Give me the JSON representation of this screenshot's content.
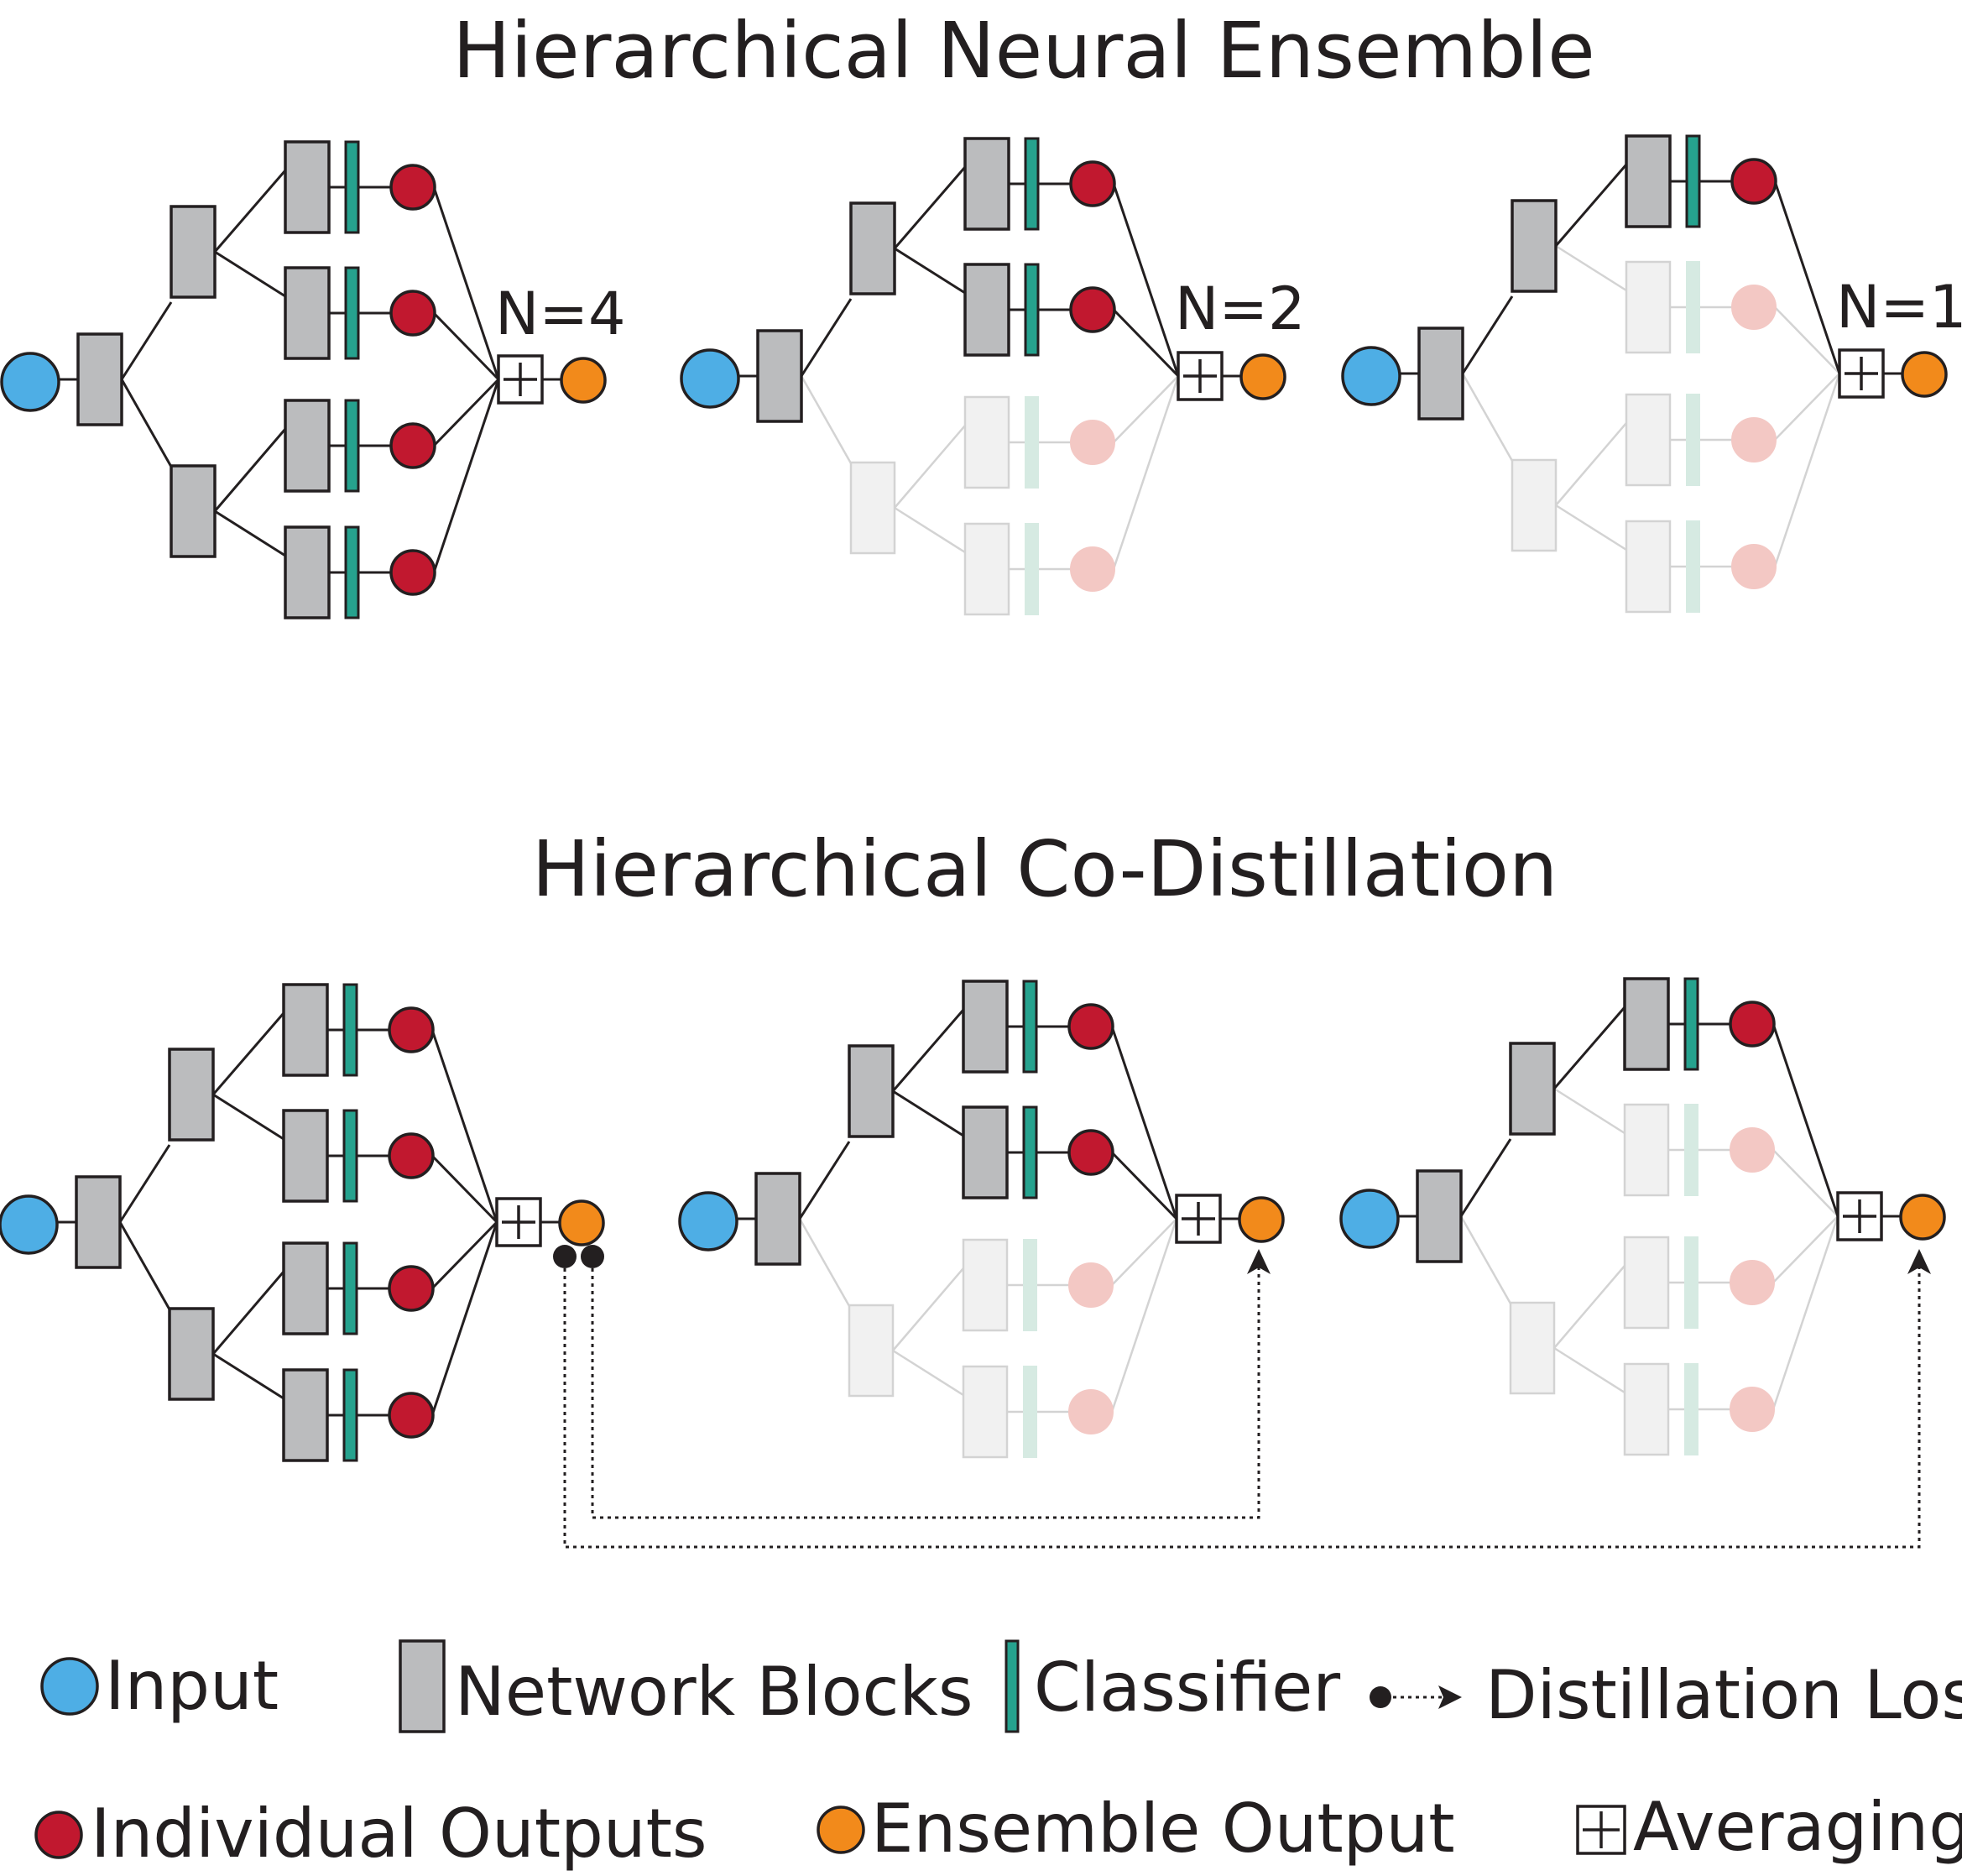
{
  "titles": {
    "top": "Hierarchical Neural Ensemble",
    "bottom": "Hierarchical Co-Distillation"
  },
  "ensemble_labels": [
    "N=4",
    "N=2",
    "N=1"
  ],
  "averaging_symbol": "+",
  "legend": {
    "input": "Input",
    "network_blocks": "Network Blocks",
    "classifier": "Classifier",
    "distillation_loss": "Distillation Loss",
    "individual_outputs": "Individual Outputs",
    "ensemble_output": "Ensemble Output",
    "averaging": "Averaging"
  },
  "colors": {
    "input": "#4eaee5",
    "network_block": "#bbbcbe",
    "classifier": "#26a28e",
    "individual_output": "#c1182f",
    "ensemble_output": "#f28a1b",
    "stroke": "#231f20",
    "faded_block": "#f1f1f1",
    "faded_stroke": "#d3d3d3",
    "faded_classifier": "#d6eae2",
    "faded_output": "#f3c8c4"
  }
}
